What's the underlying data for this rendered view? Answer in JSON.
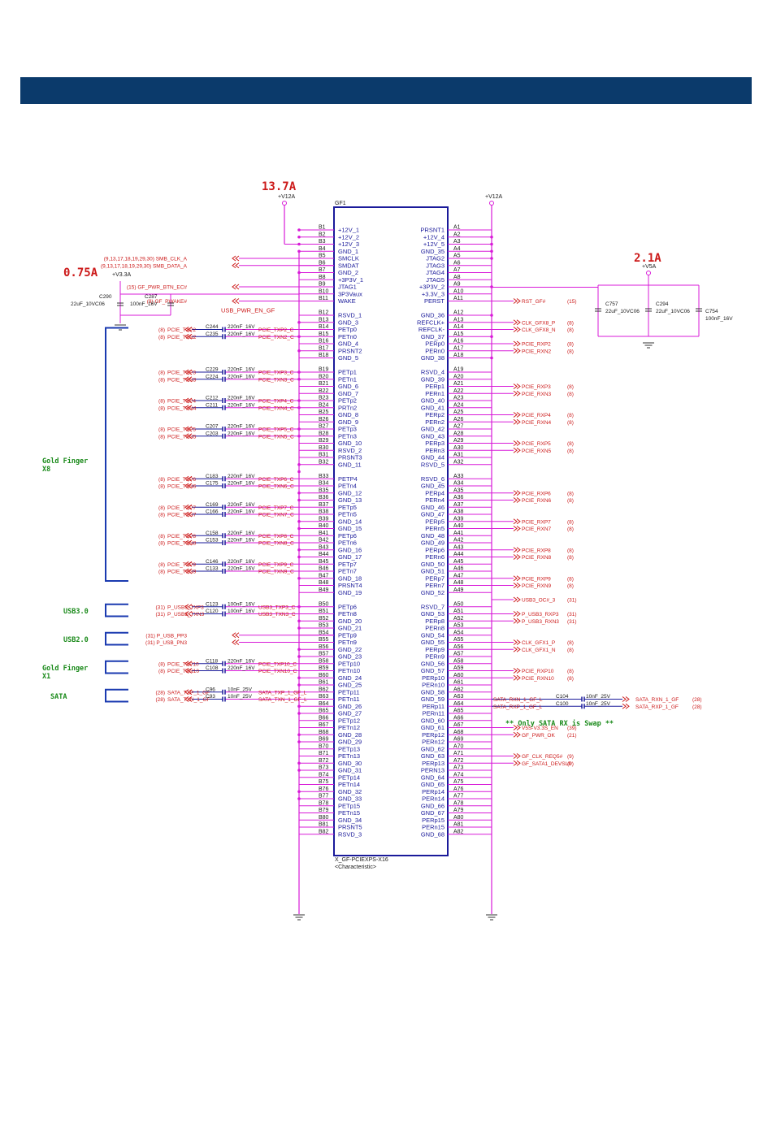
{
  "page": {
    "current_labels": [
      "13.7A",
      "0.75A",
      "2.1A"
    ],
    "power_labels": [
      "+V12A",
      "+V12A",
      "+V3.3A",
      "+V5A"
    ],
    "part_ref": "GF1",
    "part_name": "X_GF-PCIEXPS-X16",
    "part_desc": "<Characteristic>",
    "note": "** Only SATA RX is Swap **"
  },
  "groups": [
    "Gold Finger\nX8",
    "USB3.0",
    "USB2.0",
    "Gold Finger\nX1",
    "SATA"
  ],
  "left_pins": [
    [
      "B1",
      "+12V_1"
    ],
    [
      "B2",
      "+12V_2"
    ],
    [
      "B3",
      "+12V_3"
    ],
    [
      "B4",
      "GND_1"
    ],
    [
      "B5",
      "SMCLK"
    ],
    [
      "B6",
      "SMDAT"
    ],
    [
      "B7",
      "GND_2"
    ],
    [
      "B8",
      "+3P3V_1"
    ],
    [
      "B9",
      "JTAG1"
    ],
    [
      "B10",
      "3P3Vaux"
    ],
    [
      "B11",
      "WAKE"
    ],
    [
      "",
      ""
    ],
    [
      "B12",
      "RSVD_1"
    ],
    [
      "B13",
      "GND_3"
    ],
    [
      "B14",
      "PETp0"
    ],
    [
      "B15",
      "PETn0"
    ],
    [
      "B16",
      "GND_4"
    ],
    [
      "B17",
      "PRSNT2"
    ],
    [
      "B18",
      "GND_5"
    ],
    [
      "",
      ""
    ],
    [
      "B19",
      "PETp1"
    ],
    [
      "B20",
      "PETn1"
    ],
    [
      "B21",
      "GND_6"
    ],
    [
      "B22",
      "GND_7"
    ],
    [
      "B23",
      "PETp2"
    ],
    [
      "B24",
      "PRTn2"
    ],
    [
      "B25",
      "GND_8"
    ],
    [
      "B26",
      "GND_9"
    ],
    [
      "B27",
      "PETp3"
    ],
    [
      "B28",
      "PETn3"
    ],
    [
      "B29",
      "GND_10"
    ],
    [
      "B30",
      "RSVD_2"
    ],
    [
      "B31",
      "PRSNT3"
    ],
    [
      "B32",
      "GND_11"
    ],
    [
      "",
      ""
    ],
    [
      "B33",
      "PETP4"
    ],
    [
      "B34",
      "PETn4"
    ],
    [
      "B35",
      "GND_12"
    ],
    [
      "B36",
      "GND_13"
    ],
    [
      "B37",
      "PETp5"
    ],
    [
      "B38",
      "PETn5"
    ],
    [
      "B39",
      "GND_14"
    ],
    [
      "B40",
      "GND_15"
    ],
    [
      "B41",
      "PETp6"
    ],
    [
      "B42",
      "PETn6"
    ],
    [
      "B43",
      "GND_16"
    ],
    [
      "B44",
      "GND_17"
    ],
    [
      "B45",
      "PETp7"
    ],
    [
      "B46",
      "PETn7"
    ],
    [
      "B47",
      "GND_18"
    ],
    [
      "B48",
      "PRSNT4"
    ],
    [
      "B49",
      "GND_19"
    ],
    [
      "",
      ""
    ],
    [
      "B50",
      "PETp6"
    ],
    [
      "B51",
      "PETn8"
    ],
    [
      "B52",
      "GND_20"
    ],
    [
      "B53",
      "GND_21"
    ],
    [
      "B54",
      "PETp9"
    ],
    [
      "B55",
      "PETn9"
    ],
    [
      "B56",
      "GND_22"
    ],
    [
      "B57",
      "GND_23"
    ],
    [
      "B58",
      "PETp10"
    ],
    [
      "B59",
      "PETn10"
    ],
    [
      "B60",
      "GND_24"
    ],
    [
      "B61",
      "GND_25"
    ],
    [
      "B62",
      "PETp11"
    ],
    [
      "B63",
      "PETn11"
    ],
    [
      "B64",
      "GND_26"
    ],
    [
      "B65",
      "GND_27"
    ],
    [
      "B66",
      "PETp12"
    ],
    [
      "B67",
      "PETn12"
    ],
    [
      "B68",
      "GND_28"
    ],
    [
      "B69",
      "GND_29"
    ],
    [
      "B70",
      "PETp13"
    ],
    [
      "B71",
      "PETn13"
    ],
    [
      "B72",
      "GND_30"
    ],
    [
      "B73",
      "GND_31"
    ],
    [
      "B74",
      "PETp14"
    ],
    [
      "B75",
      "PETn14"
    ],
    [
      "B76",
      "GND_32"
    ],
    [
      "B77",
      "GND_33"
    ],
    [
      "B78",
      "PETp15"
    ],
    [
      "B79",
      "PETn15"
    ],
    [
      "B80",
      "GND_34"
    ],
    [
      "B81",
      "PRSNT5"
    ],
    [
      "B82",
      "RSVD_3"
    ]
  ],
  "right_pins": [
    [
      "A1",
      "PRSNT1"
    ],
    [
      "A2",
      "+12V_4"
    ],
    [
      "A3",
      "+12V_5"
    ],
    [
      "A4",
      "GND_35"
    ],
    [
      "A5",
      "JTAG2"
    ],
    [
      "A6",
      "JTAG3"
    ],
    [
      "A7",
      "JTAG4"
    ],
    [
      "A8",
      "JTAG5"
    ],
    [
      "A9",
      "+3P3V_2"
    ],
    [
      "A10",
      "+3.3V_3"
    ],
    [
      "A11",
      "PERST"
    ],
    [
      "",
      ""
    ],
    [
      "A12",
      "GND_36"
    ],
    [
      "A13",
      "REFCLK+"
    ],
    [
      "A14",
      "REFCLK-"
    ],
    [
      "A15",
      "GND_37"
    ],
    [
      "A16",
      "PERp0"
    ],
    [
      "A17",
      "PERn0"
    ],
    [
      "A18",
      "GND_38"
    ],
    [
      "",
      ""
    ],
    [
      "A19",
      "RSVD_4"
    ],
    [
      "A20",
      "GND_39"
    ],
    [
      "A21",
      "PERp1"
    ],
    [
      "A22",
      "PERn1"
    ],
    [
      "A23",
      "GND_40"
    ],
    [
      "A24",
      "GND_41"
    ],
    [
      "A25",
      "PERp2"
    ],
    [
      "A26",
      "PERn2"
    ],
    [
      "A27",
      "GND_42"
    ],
    [
      "A28",
      "GND_43"
    ],
    [
      "A29",
      "PERp3"
    ],
    [
      "A30",
      "PERn3"
    ],
    [
      "A31",
      "GND_44"
    ],
    [
      "A32",
      "RSVD_5"
    ],
    [
      "",
      ""
    ],
    [
      "A33",
      "RSVD_6"
    ],
    [
      "A34",
      "GND_45"
    ],
    [
      "A35",
      "PERp4"
    ],
    [
      "A36",
      "PERn4"
    ],
    [
      "A37",
      "GND_46"
    ],
    [
      "A38",
      "GND_47"
    ],
    [
      "A39",
      "PERp5"
    ],
    [
      "A40",
      "PERn5"
    ],
    [
      "A41",
      "GND_48"
    ],
    [
      "A42",
      "GND_49"
    ],
    [
      "A43",
      "PERp6"
    ],
    [
      "A44",
      "PERn6"
    ],
    [
      "A45",
      "GND_50"
    ],
    [
      "A46",
      "GND_51"
    ],
    [
      "A47",
      "PERp7"
    ],
    [
      "A48",
      "PERn7"
    ],
    [
      "A49",
      "GND_52"
    ],
    [
      "",
      ""
    ],
    [
      "A50",
      "RSVD_7"
    ],
    [
      "A51",
      "GND_53"
    ],
    [
      "A52",
      "PERp8"
    ],
    [
      "A53",
      "PERn8"
    ],
    [
      "A54",
      "GND_54"
    ],
    [
      "A55",
      "GND_55"
    ],
    [
      "A56",
      "PERp9"
    ],
    [
      "A57",
      "PERn9"
    ],
    [
      "A58",
      "GND_56"
    ],
    [
      "A59",
      "GND_57"
    ],
    [
      "A60",
      "PERp10"
    ],
    [
      "A61",
      "PERn10"
    ],
    [
      "A62",
      "GND_58"
    ],
    [
      "A63",
      "GND_59"
    ],
    [
      "A64",
      "PERp11"
    ],
    [
      "A65",
      "PERn11"
    ],
    [
      "A66",
      "GND_60"
    ],
    [
      "A67",
      "GND_61"
    ],
    [
      "A68",
      "PERp12"
    ],
    [
      "A69",
      "PERn12"
    ],
    [
      "A70",
      "GND_62"
    ],
    [
      "A71",
      "GND_63"
    ],
    [
      "A72",
      "PERp13"
    ],
    [
      "A73",
      "PERN13"
    ],
    [
      "A74",
      "GND_64"
    ],
    [
      "A75",
      "GND_65"
    ],
    [
      "A76",
      "PERp14"
    ],
    [
      "A77",
      "PERn14"
    ],
    [
      "A78",
      "GND_66"
    ],
    [
      "A79",
      "GND_67"
    ],
    [
      "A80",
      "PERp15"
    ],
    [
      "A81",
      "PERn15"
    ],
    [
      "A82",
      "GND_68"
    ]
  ],
  "left_signals": [
    {
      "row": 4,
      "ref": "(9,13,17,18,19,29,30)",
      "name": "SMB_CLK_A"
    },
    {
      "row": 5,
      "ref": "(9,13,17,18,19,29,30)",
      "name": "SMB_DATA_A"
    },
    {
      "row": 8,
      "ref": "(15)",
      "name": "GF_PWR_BTN_EC#"
    },
    {
      "row": 10,
      "ref": "(9)",
      "name": "GF_PWAKE#"
    },
    {
      "row": 14,
      "ref": "(8)",
      "name": "PCIE_TXP2",
      "cap": "C244",
      "val": "220nF_16V",
      "net": "PCIE_TXP2_C"
    },
    {
      "row": 15,
      "ref": "(8)",
      "name": "PCIE_TXN2",
      "cap": "C235",
      "val": "220nF_16V",
      "net": "PCIE_TXN2_C"
    },
    {
      "row": 20,
      "ref": "(8)",
      "name": "PCIE_TXP3",
      "cap": "C229",
      "val": "220nF_16V",
      "net": "PCIE_TXP3_C"
    },
    {
      "row": 21,
      "ref": "(8)",
      "name": "PCIE_TXN3",
      "cap": "C224",
      "val": "220nF_16V",
      "net": "PCIE_TXN3_C"
    },
    {
      "row": 24,
      "ref": "(8)",
      "name": "PCIE_TXP4",
      "cap": "C212",
      "val": "220nF_16V",
      "net": "PCIE_TXP4_C"
    },
    {
      "row": 25,
      "ref": "(8)",
      "name": "PCIE_TXN4",
      "cap": "C211",
      "val": "220nF_16V",
      "net": "PCIE_TXN4_C"
    },
    {
      "row": 28,
      "ref": "(8)",
      "name": "PCIE_TXP5",
      "cap": "C207",
      "val": "220nF_16V",
      "net": "PCIE_TXP5_C"
    },
    {
      "row": 29,
      "ref": "(8)",
      "name": "PCIE_TXN5",
      "cap": "C203",
      "val": "220nF_16V",
      "net": "PCIE_TXN5_C"
    },
    {
      "row": 35,
      "ref": "(8)",
      "name": "PCIE_TXP6",
      "cap": "C183",
      "val": "220nF_16V",
      "net": "PCIE_TXP6_C"
    },
    {
      "row": 36,
      "ref": "(8)",
      "name": "PCIE_TXN6",
      "cap": "C175",
      "val": "220nF_16V",
      "net": "PCIE_TXN6_C"
    },
    {
      "row": 39,
      "ref": "(8)",
      "name": "PCIE_TXP7",
      "cap": "C169",
      "val": "220nF_16V",
      "net": "PCIE_TXP7_C"
    },
    {
      "row": 40,
      "ref": "(8)",
      "name": "PCIE_TXN7",
      "cap": "C166",
      "val": "220nF_16V",
      "net": "PCIE_TXN7_C"
    },
    {
      "row": 43,
      "ref": "(8)",
      "name": "PCIE_TXP8",
      "cap": "C158",
      "val": "220nF_16V",
      "net": "PCIE_TXP8_C"
    },
    {
      "row": 44,
      "ref": "(8)",
      "name": "PCIE_TXN8",
      "cap": "C153",
      "val": "220nF_16V",
      "net": "PCIE_TXN8_C"
    },
    {
      "row": 47,
      "ref": "(8)",
      "name": "PCIE_TXP9",
      "cap": "C146",
      "val": "220nF_16V",
      "net": "PCIE_TXP9_C"
    },
    {
      "row": 48,
      "ref": "(8)",
      "name": "PCIE_TXN9",
      "cap": "C133",
      "val": "220nF_16V",
      "net": "PCIE_TXN9_C"
    },
    {
      "row": 53,
      "ref": "(31)",
      "name": "P_USB3_TXP3",
      "cap": "C123",
      "val": "100nF_16V",
      "net": "USB3_TXP3_C"
    },
    {
      "row": 54,
      "ref": "(31)",
      "name": "P_USB3_TXN3",
      "cap": "C120",
      "val": "100nF_16V",
      "net": "USB3_TXN3_C"
    },
    {
      "row": 57,
      "ref": "(31)",
      "name": "P_USB_PP3"
    },
    {
      "row": 58,
      "ref": "(31)",
      "name": "P_USB_PN3"
    },
    {
      "row": 61,
      "ref": "(8)",
      "name": "PCIE_TXP10",
      "cap": "C118",
      "val": "220nF_16V",
      "net": "PCIE_TXP10_C"
    },
    {
      "row": 62,
      "ref": "(8)",
      "name": "PCIE_TXN10",
      "cap": "C108",
      "val": "220nF_16V",
      "net": "PCIE_TXN10_C"
    },
    {
      "row": 65,
      "ref": "(28)",
      "name": "SATA_TXP_1_GF",
      "cap": "C96",
      "val": "10nF_25V",
      "net": "SATA_TXP_1_GF_L"
    },
    {
      "row": 66,
      "ref": "(28)",
      "name": "SATA_TXN_1_GF",
      "cap": "C93",
      "val": "10nF_25V",
      "net": "SATA_TXN_1_GF_L"
    }
  ],
  "extra_left": {
    "usb_pwr": "USB_PWR_EN_GF"
  },
  "right_signals": [
    {
      "row": 10,
      "name": "RST_GF#",
      "ref": "(15)"
    },
    {
      "row": 13,
      "name": "CLK_GFX8_P",
      "ref": "(8)"
    },
    {
      "row": 14,
      "name": "CLK_GFX8_N",
      "ref": "(8)"
    },
    {
      "row": 16,
      "name": "PCIE_RXP2",
      "ref": "(8)"
    },
    {
      "row": 17,
      "name": "PCIE_RXN2",
      "ref": "(8)"
    },
    {
      "row": 22,
      "name": "PCIE_RXP3",
      "ref": "(8)"
    },
    {
      "row": 23,
      "name": "PCIE_RXN3",
      "ref": "(8)"
    },
    {
      "row": 26,
      "name": "PCIE_RXP4",
      "ref": "(8)"
    },
    {
      "row": 27,
      "name": "PCIE_RXN4",
      "ref": "(8)"
    },
    {
      "row": 30,
      "name": "PCIE_RXP5",
      "ref": "(8)"
    },
    {
      "row": 31,
      "name": "PCIE_RXN5",
      "ref": "(8)"
    },
    {
      "row": 37,
      "name": "PCIE_RXP6",
      "ref": "(8)"
    },
    {
      "row": 38,
      "name": "PCIE_RXN6",
      "ref": "(8)"
    },
    {
      "row": 41,
      "name": "PCIE_RXP7",
      "ref": "(8)"
    },
    {
      "row": 42,
      "name": "PCIE_RXN7",
      "ref": "(8)"
    },
    {
      "row": 45,
      "name": "PCIE_RXP8",
      "ref": "(8)"
    },
    {
      "row": 46,
      "name": "PCIE_RXN8",
      "ref": "(8)"
    },
    {
      "row": 49,
      "name": "PCIE_RXP9",
      "ref": "(8)"
    },
    {
      "row": 50,
      "name": "PCIE_RXN9",
      "ref": "(8)"
    },
    {
      "row": 52,
      "name": "USB3_OC#_3",
      "ref": "(31)"
    },
    {
      "row": 54,
      "name": "P_USB3_RXP3",
      "ref": "(31)"
    },
    {
      "row": 55,
      "name": "P_USB3_RXN3",
      "ref": "(31)"
    },
    {
      "row": 58,
      "name": "CLK_GFX1_P",
      "ref": "(8)"
    },
    {
      "row": 59,
      "name": "CLK_GFX1_N",
      "ref": "(8)"
    },
    {
      "row": 62,
      "name": "PCIE_RXP10",
      "ref": "(8)"
    },
    {
      "row": 63,
      "name": "PCIE_RXN10",
      "ref": "(8)"
    },
    {
      "row": 70,
      "name": "V5S-V3.3S_EN",
      "ref": "(39)"
    },
    {
      "row": 71,
      "name": "GF_PWR_OK",
      "ref": "(21)"
    },
    {
      "row": 74,
      "name": "GF_CLK_REQ5#",
      "ref": "(9)"
    },
    {
      "row": 75,
      "name": "GF_SATA1_DEVSLP",
      "ref": "(9)"
    }
  ],
  "sata_rx": [
    {
      "row": 66,
      "net": "SATA_RXN_1_GF_L",
      "cap": "C104",
      "val": "10nF_25V",
      "name": "SATA_RXN_1_GF",
      "ref": "(28)"
    },
    {
      "row": 67,
      "net": "SATA_RXP_1_GF_L",
      "cap": "C100",
      "val": "10nF_25V",
      "name": "SATA_RXP_1_GF",
      "ref": "(28)"
    }
  ],
  "decoupling": {
    "c290": {
      "ref": "C290",
      "val": "22uF_10VC06"
    },
    "c287": {
      "ref": "C287",
      "val": "100nF_16V"
    },
    "c757": {
      "ref": "C757",
      "val": "22uF_10VC06"
    },
    "c294": {
      "ref": "C294",
      "val": "22uF_10VC06"
    },
    "c754": {
      "ref": "C754",
      "val": "100nF_16V"
    }
  },
  "colors": {
    "banner": "#0b3a6b",
    "wire": "#d81bd8",
    "blue": "#1a1a9a",
    "red": "#cc1a1a",
    "green": "#1a8a1a"
  }
}
